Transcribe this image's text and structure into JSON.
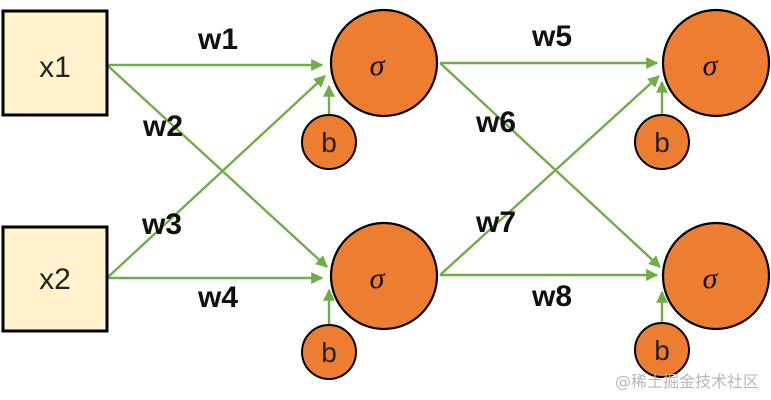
{
  "colors": {
    "input_fill": "#fff2cc",
    "neuron_fill": "#ed7d31",
    "edge": "#70ad47",
    "stroke": "#000000"
  },
  "inputs": [
    {
      "label": "x1"
    },
    {
      "label": "x2"
    }
  ],
  "neurons": [
    {
      "label": "σ",
      "bias": "b"
    },
    {
      "label": "σ",
      "bias": "b"
    },
    {
      "label": "σ",
      "bias": "b"
    },
    {
      "label": "σ",
      "bias": "b"
    }
  ],
  "weights": [
    "w1",
    "w2",
    "w3",
    "w4",
    "w5",
    "w6",
    "w7",
    "w8"
  ],
  "watermark": "@稀土掘金技术社区"
}
